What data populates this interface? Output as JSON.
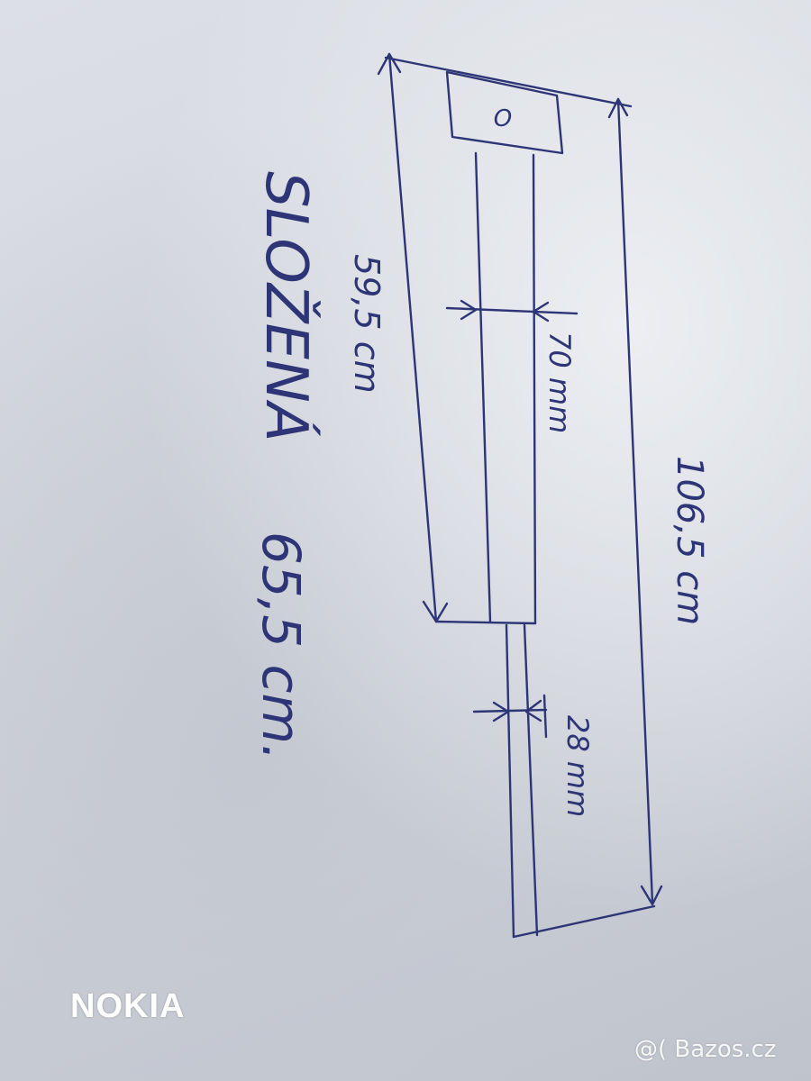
{
  "photo": {
    "ink_color": "#2e3576",
    "paper_color": "#d6d9df"
  },
  "annotations": {
    "dim_left": "59,5 cm",
    "dim_right": "106,5 cm",
    "dim_top_width": "70 mm",
    "dim_bottom_width": "28 mm",
    "folded_word": "SLOŽENÁ",
    "folded_value": "65,5 cm."
  },
  "box_mark": "O",
  "camera_brand": "NOKIA",
  "site_watermark": "@( Bazos.cz"
}
